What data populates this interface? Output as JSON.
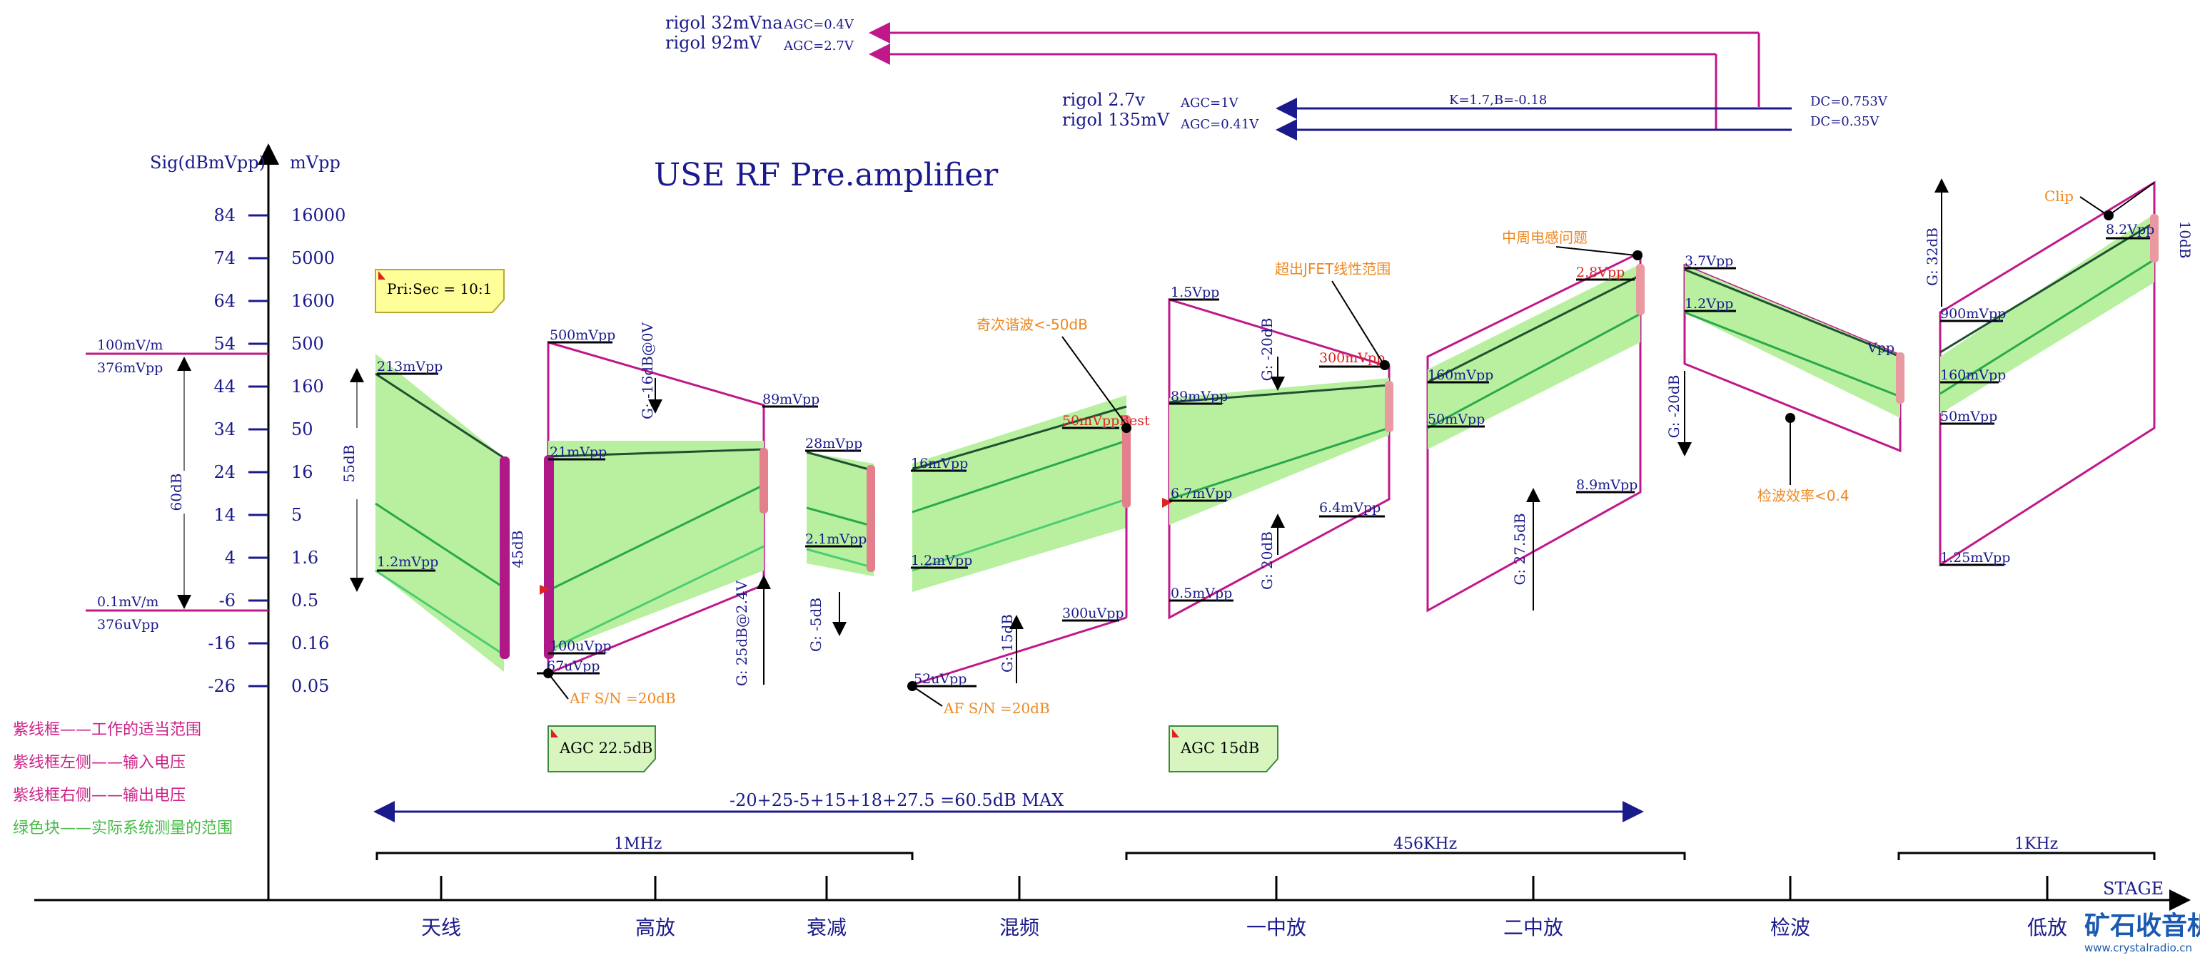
{
  "title": "USE RF Pre.amplifier",
  "y_axis": {
    "left_label": "Sig(dBmVpp)",
    "right_label": "mVpp",
    "dbm_ticks": [
      "84",
      "74",
      "64",
      "54",
      "44",
      "34",
      "24",
      "14",
      "4",
      "-6",
      "-16",
      "-26"
    ],
    "mv_ticks": [
      "16000",
      "5000",
      "1600",
      "500",
      "160",
      "50",
      "16",
      "5",
      "1.6",
      "0.5",
      "0.16",
      "0.05"
    ]
  },
  "x_axis": {
    "label": "STAGE",
    "stages": [
      "天线",
      "高放",
      "衰减",
      "混频",
      "一中放",
      "二中放",
      "检波",
      "低放"
    ]
  },
  "bands": [
    "1MHz",
    "456KHz",
    "1KHz"
  ],
  "total_gain": "-20+25-5+15+18+27.5 =60.5dB MAX",
  "top_notes": {
    "rigol1": "rigol 32mVna",
    "rigol1_agc": "AGC=0.4V",
    "rigol2": "rigol 92mV",
    "rigol2_agc": "AGC=2.7V",
    "rigol3": "rigol 2.7v",
    "rigol3_agc": "AGC=1V",
    "rigol4": "rigol 135mV",
    "rigol4_agc": "AGC=0.41V",
    "kb": "K=1.7,B=-0.18",
    "dc1": "DC=0.753V",
    "dc2": "DC=0.35V"
  },
  "refs": {
    "hi_top": "100mV/m",
    "hi_bot": "376mVpp",
    "lo_top": "0.1mV/m",
    "lo_bot": "376uVpp",
    "span60": "60dB",
    "span55": "55dB"
  },
  "notes": {
    "prisec": "Pri:Sec = 10:1",
    "agc1": "AGC 22.5dB",
    "agc2": "AGC 15dB",
    "afsn1": "AF S/N =20dB",
    "afsn2": "AF S/N =20dB",
    "odd": "奇次谐波<-50dB",
    "jfet": "超出JFET线性范围",
    "ifcoil": "中周电感问题",
    "clip": "Clip",
    "deteff": "检波效率<0.4",
    "best": "Best"
  },
  "gains": {
    "g45": "45dB",
    "g_hf_top": "G: -16dB@0V",
    "g_hf_bot": "G: 25dB@2.4V",
    "g_att": "G: -5dB",
    "g_mix": "G: 15dB",
    "g_if1_top": "G: -20dB",
    "g_if1_bot": "G: 20dB",
    "g_if2": "G: 27.5dB",
    "g_det": "G: -20dB",
    "g_af": "G: 32dB",
    "g_af_right": "10dB"
  },
  "levels": {
    "ant_hi": "213mVpp",
    "ant_lo": "1.2mVpp",
    "hf_in_hi": "500mVpp",
    "hf_in_mid": "21mVpp",
    "hf_in_lo": "100uVpp",
    "hf_in_min": "67uVpp",
    "hf_out": "89mVpp",
    "att_hi": "28mVpp",
    "att_lo": "2.1mVpp",
    "mix_hi": "16mVpp",
    "mix_lo": "1.2mVpp",
    "mix_out_hi": "50mVpp",
    "mix_out_lo": "300uVpp",
    "mix_min": "52uVpp",
    "if1_top": "1.5Vpp",
    "if1_hi": "89mVpp",
    "if1_lo": "6.7mVpp",
    "if1_min": "0.5mVpp",
    "if1_out_hi": "300mVpp",
    "if1_out_lo": "6.4mVpp",
    "if2_hi": "160mVpp",
    "if2_lo": "50mVpp",
    "if2_out_hi": "2.8Vpp",
    "if2_out_lo": "8.9mVpp",
    "det_hi": "3.7Vpp",
    "det_lo": "1.2Vpp",
    "det_out": "Vpp",
    "af_hi": "900mVpp",
    "af_mid": "160mVpp",
    "af_lo": "50mVpp",
    "af_min": "1.25mVpp",
    "af_out": "8.2Vpp"
  },
  "legend": [
    {
      "text": "紫线框——工作的适当范围",
      "color": "#cc2288"
    },
    {
      "text": "紫线框左侧——输入电压",
      "color": "#cc2288"
    },
    {
      "text": "紫线框右侧——输出电压",
      "color": "#cc2288"
    },
    {
      "text": "绿色块——实际系统测量的范围",
      "color": "#44bb44"
    }
  ],
  "watermark": {
    "brand": "矿石收音机",
    "url": "www.crystalradio.cn"
  },
  "colors": {
    "navy": "#1a1a8c",
    "magenta": "#c0188a",
    "green_fill": "#b8f0a0",
    "green_line": "#2aa84a",
    "orange": "#ee8822",
    "red": "#dd2222",
    "pink": "#e89aa0"
  }
}
